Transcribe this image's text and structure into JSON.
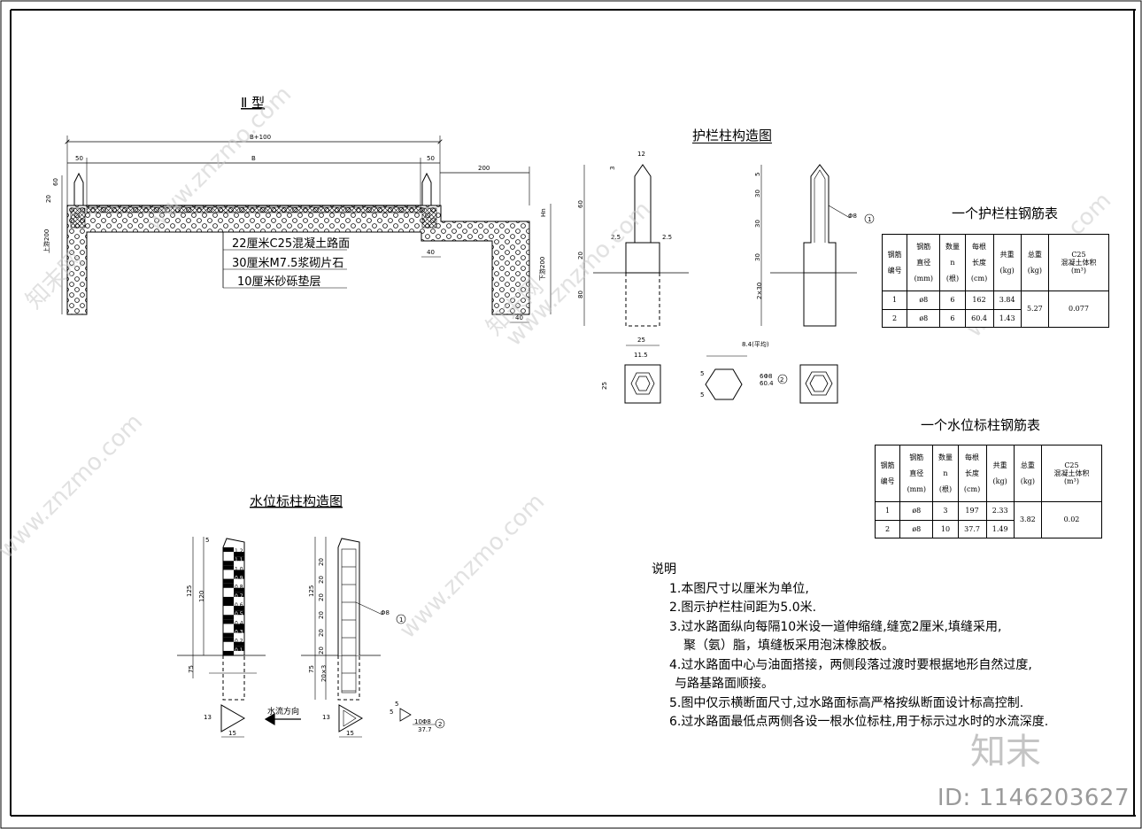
{
  "cross_section": {
    "title": "Ⅱ 型",
    "dim_total": "B+100",
    "dim_b": "B",
    "dim_left_50": "50",
    "dim_right_50": "50",
    "dim_200": "200",
    "dim_60": "60",
    "dim_20": "20",
    "dim_left_depth": "上游200",
    "dim_right_depth": "下游200",
    "dim_hn": "Hn",
    "dim_40_a": "40",
    "dim_40_b": "40",
    "layers": [
      "22厘米C25混凝土路面",
      "30厘米M7.5浆砌片石",
      "10厘米砂砾垫层"
    ]
  },
  "guardrail": {
    "title": "护栏柱构造图",
    "dims": {
      "top_12": "12",
      "tip_3": "3",
      "h_60": "60",
      "h_20": "20",
      "h_80": "80",
      "side_left": "2.5",
      "side_right": "2.5",
      "width_25": "25",
      "w_11_5": "11.5",
      "plan_25": "25",
      "r_5a": "5",
      "r_30a": "30",
      "r_30b": "30",
      "r_30c": "30",
      "r_2x30": "2×30",
      "avg": "8.4(平均)",
      "hex_5a": "5",
      "hex_5b": "5",
      "bar1": "Φ8",
      "bar2_a": "6Φ8",
      "bar2_b": "60.4",
      "circ1": "1",
      "circ2": "2"
    }
  },
  "guardrail_table": {
    "title": "一个护栏柱钢筋表",
    "headers": [
      [
        "钢筋",
        "编号"
      ],
      [
        "钢筋",
        "直径",
        "(mm)"
      ],
      [
        "数量",
        "n",
        "(根)"
      ],
      [
        "每根",
        "长度",
        "(cm)"
      ],
      [
        "共重",
        "(kg)"
      ],
      [
        "总重",
        "(kg)"
      ],
      [
        "C25",
        "混凝土体积",
        "(m³)"
      ]
    ],
    "rows": [
      [
        "1",
        "ø8",
        "6",
        "162",
        "3.84"
      ],
      [
        "2",
        "ø8",
        "6",
        "60.4",
        "1.43"
      ]
    ],
    "total": "5.27",
    "volume": "0.077"
  },
  "water_table": {
    "title": "一个水位标柱钢筋表",
    "headers": [
      [
        "钢筋",
        "编号"
      ],
      [
        "钢筋",
        "直径",
        "(mm)"
      ],
      [
        "数量",
        "n",
        "(根)"
      ],
      [
        "每根",
        "长度",
        "(cm)"
      ],
      [
        "共重",
        "(kg)"
      ],
      [
        "总重",
        "(kg)"
      ],
      [
        "C25",
        "混凝土体积",
        "(m³)"
      ]
    ],
    "rows": [
      [
        "1",
        "ø8",
        "3",
        "197",
        "2.33"
      ],
      [
        "2",
        "ø8",
        "10",
        "37.7",
        "1.49"
      ]
    ],
    "total": "3.82",
    "volume": "0.02"
  },
  "water_post": {
    "title": "水位标柱构造图",
    "dims": {
      "h_125": "125",
      "h_120": "120",
      "top_5": "5",
      "h_75": "75",
      "tri_13": "13",
      "tri_15": "15",
      "flow": "水流方向",
      "r_125": "125",
      "r_75": "75",
      "r_20x3": "20×3",
      "bar1": "Φ8",
      "tri_5a": "5",
      "tri_5b": "5",
      "bar2_a": "10Φ8",
      "bar2_b": "37.7",
      "tri_13b": "13",
      "tri_15b": "15",
      "circ1": "1",
      "circ2": "2"
    },
    "gauge_labels": [
      "1.2",
      "1.1",
      "1.0",
      "0.9",
      "0.8",
      "0.7",
      "0.6",
      "0.5",
      "0.4",
      "0.3",
      "0.2",
      "0.1"
    ],
    "spacing_labels": [
      "20",
      "20",
      "20",
      "20",
      "20",
      "20"
    ]
  },
  "notes": {
    "heading": "说明",
    "items": [
      "1.本图尺寸以厘米为单位,",
      "2.图示护栏柱间距为5.0米.",
      "3.过水路面纵向每隔10米设一道伸缩缝,缝宽2厘米,填缝采用,",
      "聚（氨）脂，填缝板采用泡沫橡胶板。",
      "4.过水路面中心与油面搭接，两侧段落过渡时要根据地形自然过度,",
      "与路基路面顺接。",
      "5.图中仅示横断面尺寸,过水路面标高严格按纵断面设计标高控制.",
      "6.过水路面最低点两侧各设一根水位标柱,用于标示过水时的水流深度."
    ]
  },
  "watermark": {
    "site": "www.znzmo.com",
    "brand": "知末网",
    "logo": "知末",
    "id": "ID: 1146203627"
  }
}
